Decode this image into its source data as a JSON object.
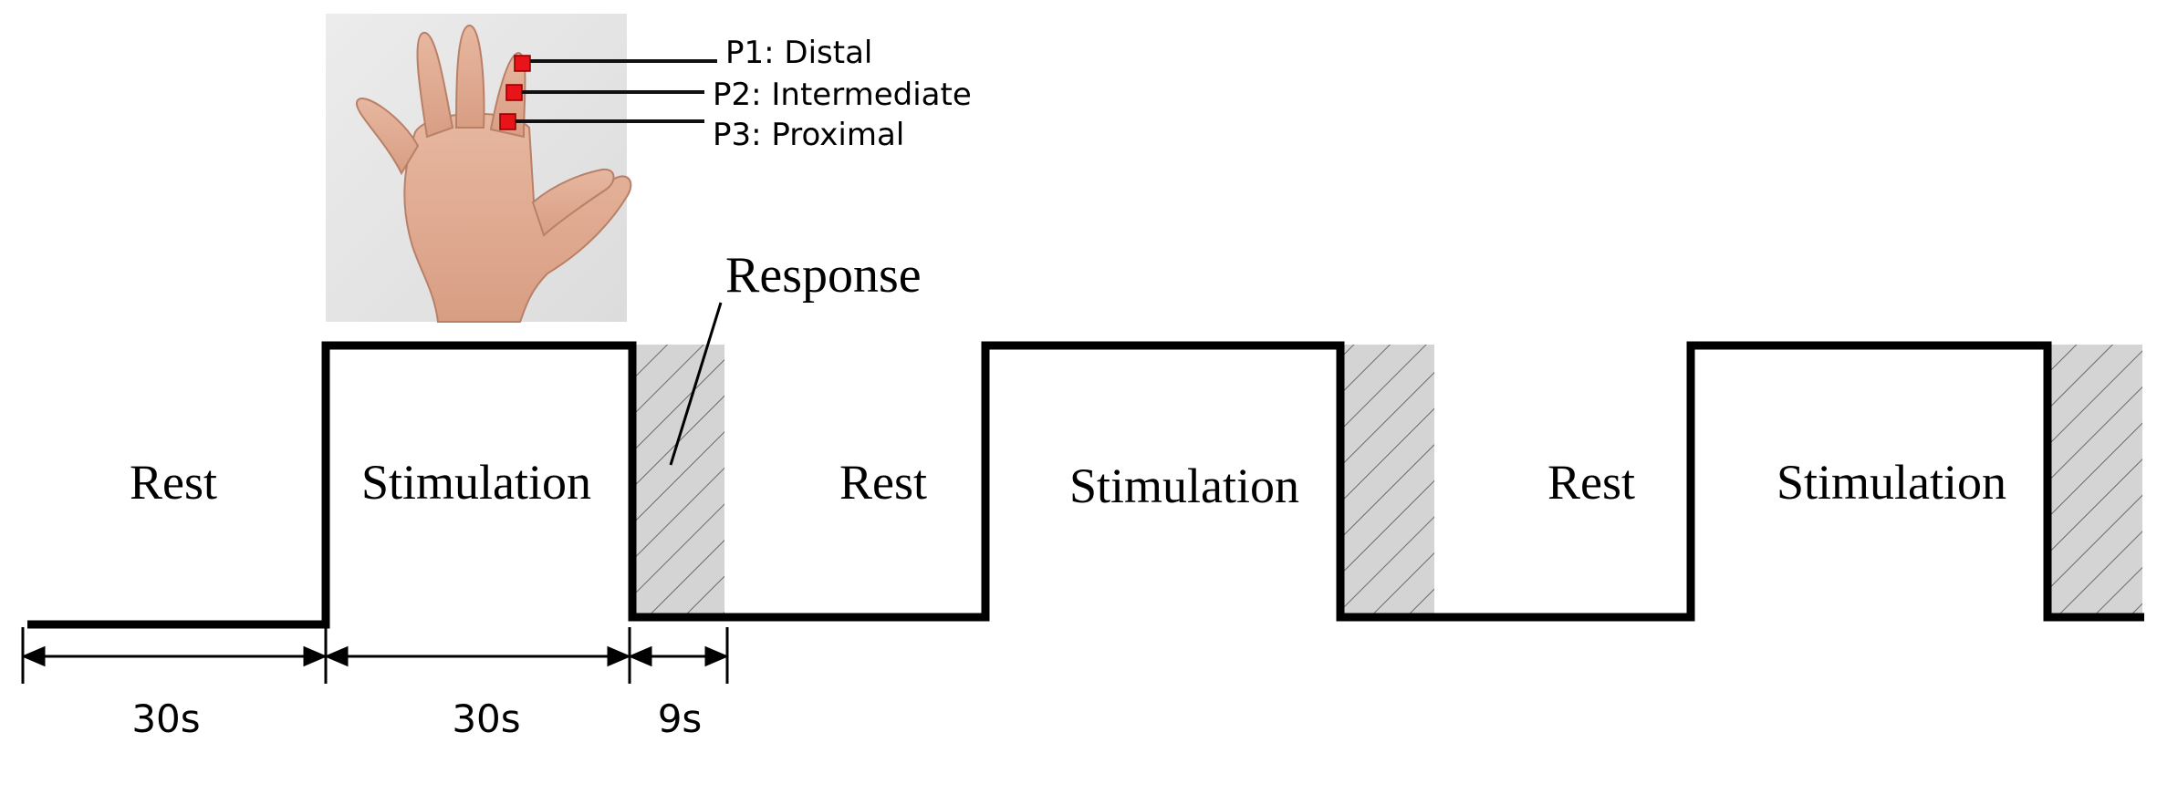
{
  "hand_probes": [
    {
      "label": "P1: Distal"
    },
    {
      "label": "P2: Intermediate"
    },
    {
      "label": "P3: Proximal"
    }
  ],
  "response_label": "Response",
  "phases": [
    {
      "label": "Rest"
    },
    {
      "label": "Stimulation"
    },
    {
      "label": "Rest"
    },
    {
      "label": "Stimulation"
    },
    {
      "label": "Rest"
    },
    {
      "label": "Stimulation"
    }
  ],
  "durations": [
    {
      "label": "30s"
    },
    {
      "label": "30s"
    },
    {
      "label": "9s"
    }
  ],
  "colors": {
    "line": "#000000",
    "response_fill": "#d4d4d4",
    "probe_marker": "#e8141a"
  }
}
